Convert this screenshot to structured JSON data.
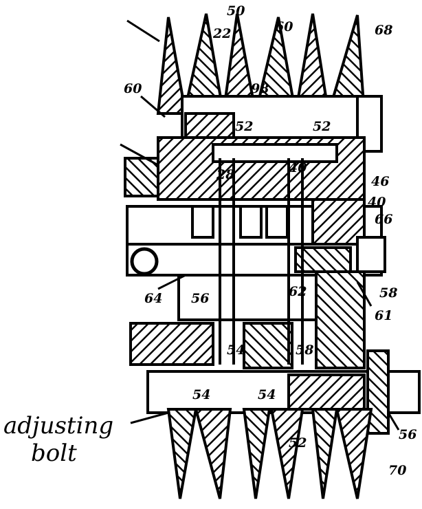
{
  "figure": {
    "handwritten_annotation": [
      "adjusting",
      "bolt"
    ],
    "reference_numerals": [
      "50",
      "52",
      "52",
      "52",
      "54",
      "54",
      "54",
      "56",
      "58",
      "58",
      "60",
      "60",
      "61",
      "62",
      "64",
      "22",
      "28",
      "40",
      "40",
      "68",
      "98",
      "66",
      "70",
      "46",
      "56"
    ],
    "colors": {
      "ink": "#000000",
      "paper": "#ffffff"
    }
  }
}
